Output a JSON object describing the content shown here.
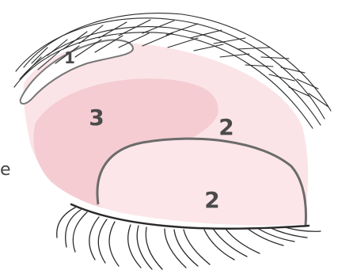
{
  "diagram": {
    "zones": [
      {
        "id": "zone-1",
        "label": "1"
      },
      {
        "id": "zone-3",
        "label": "3"
      },
      {
        "id": "zone-2-upper",
        "label": "2"
      },
      {
        "id": "zone-2-lid",
        "label": "2"
      }
    ],
    "edge_text": "e"
  },
  "colors": {
    "pink_light": "#f9dfe2",
    "pink_mid": "#f3c9ce",
    "outline": "#6b6b6b",
    "lash": "#2a2a2a",
    "label": "#4a4a4a"
  }
}
